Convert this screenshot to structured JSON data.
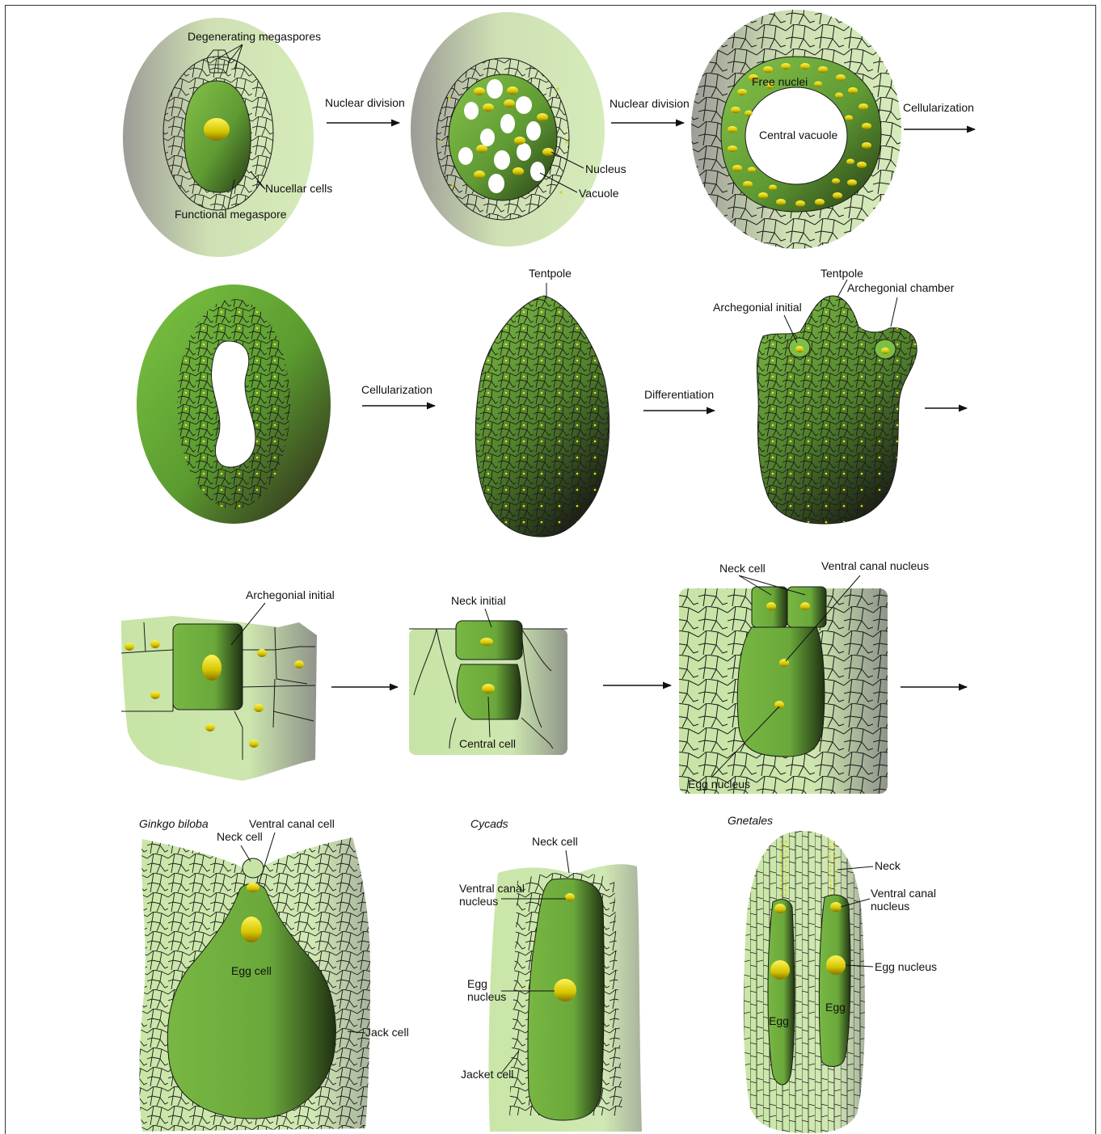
{
  "colors": {
    "green_light": "#c9e6a7",
    "green_mid": "#7ac242",
    "green_dark": "#2a3d12",
    "nucleus": "#e4e000",
    "grey": "#9a9a9a"
  },
  "stage1": {
    "degenerating_megaspores": "Degenerating megaspores",
    "nucellar_cells": "Nucellar cells",
    "functional_megaspore": "Functional megaspore"
  },
  "stage2": {
    "nucleus": "Nucleus",
    "vacuole": "Vacuole"
  },
  "stage3": {
    "free_nuclei": "Free nuclei",
    "central_vacuole": "Central vacuole"
  },
  "arrows": {
    "nuclear_division_1": "Nuclear division",
    "nuclear_division_2": "Nuclear division",
    "cellularization_1": "Cellularization",
    "cellularization_2": "Cellularization",
    "differentiation": "Differentiation"
  },
  "stage5": {
    "tentpole": "Tentpole"
  },
  "stage6": {
    "tentpole": "Tentpole",
    "archegonial_chamber": "Archegonial chamber",
    "archegonial_initial": "Archegonial initial"
  },
  "stage7": {
    "archegonial_initial": "Archegonial initial"
  },
  "stage8": {
    "neck_initial": "Neck initial",
    "central_cell": "Central cell"
  },
  "stage9": {
    "neck_cell": "Neck cell",
    "ventral_canal_nucleus": "Ventral canal nucleus",
    "egg_nucleus": "Egg nucleus"
  },
  "ginkgo": {
    "title": "Ginkgo biloba",
    "neck_cell": "Neck cell",
    "ventral_canal_cell": "Ventral canal cell",
    "egg_cell": "Egg cell",
    "jack_cell": "Jack cell"
  },
  "cycads": {
    "title": "Cycads",
    "neck_cell": "Neck cell",
    "ventral_canal_l1": "Ventral canal",
    "ventral_canal_l2": "nucleus",
    "egg_l1": "Egg",
    "egg_l2": "nucleus",
    "jacket_cell": "Jacket cell"
  },
  "gnetales": {
    "title": "Gnetales",
    "neck": "Neck",
    "ventral_canal_l1": "Ventral canal",
    "ventral_canal_l2": "nucleus",
    "egg_nucleus": "Egg nucleus",
    "egg_left": "Egg",
    "egg_right": "Egg"
  }
}
